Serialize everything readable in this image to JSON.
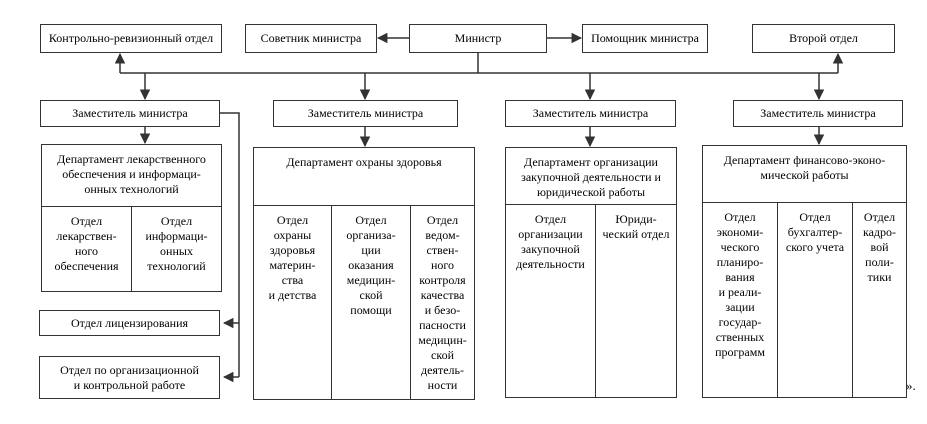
{
  "top_row": {
    "control_audit_label": "Контрольно-ревизионный отдел",
    "advisor_label": "Советник министра",
    "minister_label": "Министр",
    "assistant_label": "Помощник министра",
    "second_department_label": "Второй отдел"
  },
  "deputy_label": "Заместитель министра",
  "columns": [
    {
      "department": "Департамент лекарственного\nобеспечения и информаци-\nонных технологий",
      "units": [
        "Отдел\nлекарствен-\nного\nобеспечения",
        "Отдел\nинформаци-\nонных\nтехнологий"
      ]
    },
    {
      "department": "Департамент охраны здоровья",
      "units": [
        "Отдел\nохраны\nздоровья\nматерин-\nства\nи детства",
        "Отдел\nорганиза-\nции\nоказания\nмедицин-\nской\nпомощи",
        "Отдел\nведом-\nствен-\nного\nконтроля\nкачества\nи безо-\nпасности\nмедицин-\nской\nдеятель-\nности"
      ]
    },
    {
      "department": "Департамент организации\nзакупочной деятельности и\nюридической работы",
      "units": [
        "Отдел\nорганизации\nзакупочной\nдеятельности",
        "Юриди-\nческий отдел"
      ]
    },
    {
      "department": "Департамент финансово-эконо-\nмической работы",
      "units": [
        "Отдел\nэкономи-\nческого\nпланиро-\nвания\nи реали-\nзации\nгосудар-\nственных\nпрограмм",
        "Отдел\nбухгалтер-\nского учета",
        "Отдел\nкадро-\nвой\nполи-\nтики"
      ]
    }
  ],
  "left_branch": {
    "licensing_label": "Отдел лицензирования",
    "org_control_label": "Отдел по организационной\nи контрольной работе"
  },
  "trailing_mark": "».",
  "colors": {
    "line": "#333333",
    "box_border": "#333333",
    "text": "#000000",
    "background": "#ffffff"
  }
}
